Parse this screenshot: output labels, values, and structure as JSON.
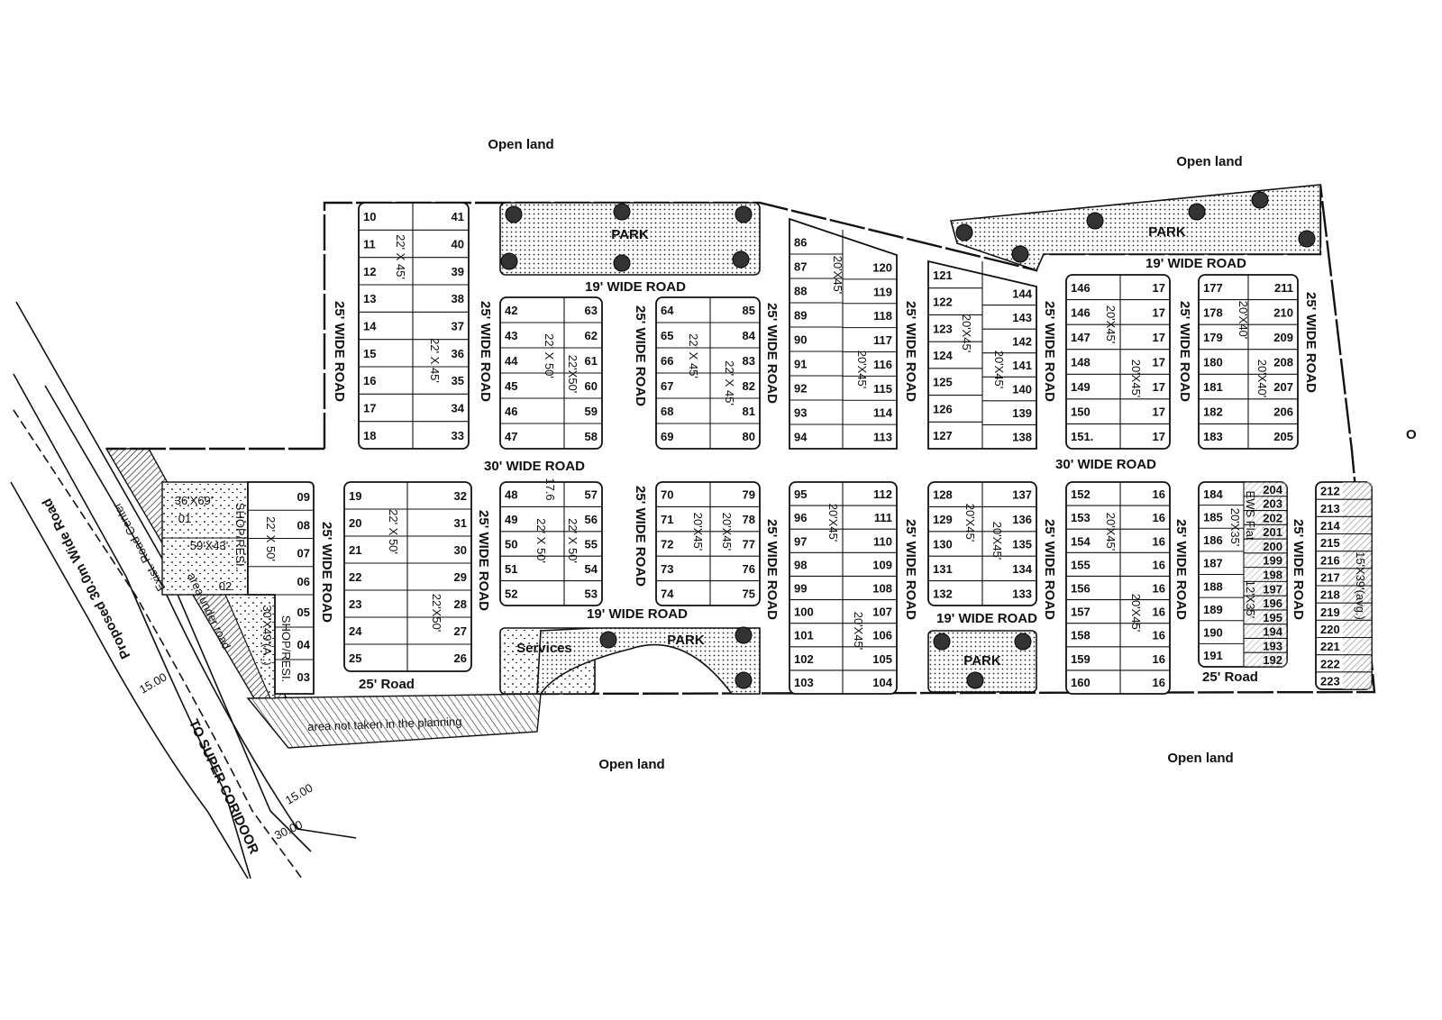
{
  "labels": {
    "open_land": [
      "Open land",
      "Open land",
      "Open land",
      "Open land"
    ],
    "open_land_cut": "O",
    "park": [
      "PARK",
      "PARK",
      "PARK",
      "PARK"
    ],
    "services": "Services",
    "road_19": [
      "19' WIDE ROAD",
      "19' WIDE ROAD",
      "19' WIDE ROAD",
      "19' WIDE ROAD"
    ],
    "road_30": [
      "30' WIDE ROAD",
      "30' WIDE ROAD"
    ],
    "road_25_vertical": [
      "25' WIDE ROAD",
      "25' WIDE ROAD",
      "25' WIDE ROAD",
      "25' WIDE ROAD",
      "25' WIDE ROAD",
      "25' WIDE ROAD",
      "25' WIDE ROAD",
      "25' WIDE ROAD",
      "25' WIDE ROAD",
      "25' WIDE ROAD",
      "25' WIDE ROAD",
      "25' WIDE ROAD",
      "25' WIDE ROAD",
      "25' WIDE ROAD",
      "25' WIDE ROAD",
      "25' WIDE ROAD"
    ],
    "road_25_short": [
      "25' Road",
      "25' Road"
    ],
    "area_under_road": "area under road",
    "area_not_taken": "area not taken in the planning",
    "proposed_road": "Proposed 30.0m Wide Road",
    "existing_center": "Exist. Road Center",
    "to_super_corridor": "TO SUPER CORIDOOR",
    "dim_15_a": "15.00",
    "dim_15_b": "15.00",
    "dim_30": "30.00",
    "handwritten_176": "17.6"
  },
  "shops": {
    "s01_size": "36'X69'",
    "s01_no": "01",
    "s02_size": "59'X43'",
    "s02_no": "02",
    "shop_resi_1": "SHOP/RESI.",
    "shop_resi_2": "SHOP/RESI.",
    "s_lower_size": "30'X49'(A..)",
    "plots_upper": [
      "09",
      "08",
      "07",
      "06"
    ],
    "plots_lower": [
      "05",
      "04",
      "03"
    ],
    "size": "22' X 50'"
  },
  "blocks": {
    "b1": {
      "left": [
        "10",
        "11",
        "12",
        "13",
        "14",
        "15",
        "16",
        "17",
        "18"
      ],
      "right": [
        "41",
        "40",
        "39",
        "38",
        "37",
        "36",
        "35",
        "34",
        "33"
      ],
      "sizes": [
        "22' X 45'",
        "22' X 45'"
      ]
    },
    "b2": {
      "left": [
        "42",
        "43",
        "44",
        "45",
        "46",
        "47"
      ],
      "right": [
        "63",
        "62",
        "61",
        "60",
        "59",
        "58"
      ],
      "sizes": [
        "22' X 50'",
        "22'X50'"
      ]
    },
    "b3": {
      "left": [
        "64",
        "65",
        "66",
        "67",
        "68",
        "69"
      ],
      "right": [
        "85",
        "84",
        "83",
        "82",
        "81",
        "80"
      ],
      "sizes": [
        "22' X 45'",
        "22' X 45'"
      ]
    },
    "b4": {
      "left": [
        "86",
        "87",
        "88",
        "89",
        "90",
        "91",
        "92",
        "93",
        "94"
      ],
      "right": [
        "120",
        "119",
        "118",
        "117",
        "116",
        "115",
        "114",
        "113"
      ],
      "sizes": [
        "20'X45'",
        "20'X45'"
      ]
    },
    "b5": {
      "left": [
        "121",
        "122",
        "123",
        "124",
        "125",
        "126",
        "127"
      ],
      "right": [
        "144",
        "143",
        "142",
        "141",
        "140",
        "139",
        "138"
      ],
      "sizes": [
        "20'X45'",
        "20'X45'"
      ]
    },
    "b6": {
      "left": [
        "146",
        "146",
        "147",
        "148",
        "149",
        "150",
        "151."
      ],
      "right": [
        "17",
        "17",
        "17",
        "17",
        "17",
        "17",
        "17"
      ],
      "sizes": [
        "20'X45'",
        "20'X45'"
      ]
    },
    "b7": {
      "left": [
        "177",
        "178",
        "179",
        "180",
        "181",
        "182",
        "183"
      ],
      "right": [
        "211",
        "210",
        "209",
        "208",
        "207",
        "206",
        "205"
      ],
      "sizes": [
        "20'X40'",
        "20'X40'"
      ]
    },
    "b9": {
      "left": [
        "19",
        "20",
        "21",
        "22",
        "23",
        "24",
        "25"
      ],
      "right": [
        "32",
        "31",
        "30",
        "29",
        "28",
        "27",
        "26"
      ],
      "sizes": [
        "22' X 50'",
        "22'X50'"
      ]
    },
    "b10": {
      "left": [
        "48",
        "49",
        "50",
        "51",
        "52"
      ],
      "right": [
        "57",
        "56",
        "55",
        "54",
        "53"
      ],
      "sizes": [
        "22' X 50'",
        "22' X 50'"
      ]
    },
    "b11": {
      "left": [
        "70",
        "71",
        "72",
        "73",
        "74"
      ],
      "right": [
        "79",
        "78",
        "77",
        "76",
        "75"
      ],
      "sizes": [
        "20'X45'",
        "20'X45'"
      ]
    },
    "b12": {
      "left": [
        "95",
        "96",
        "97",
        "98",
        "99",
        "100",
        "101",
        "102",
        "103"
      ],
      "right": [
        "112",
        "111",
        "110",
        "109",
        "108",
        "107",
        "106",
        "105",
        "104"
      ],
      "sizes": [
        "20'X45'",
        "20'X45'"
      ]
    },
    "b13": {
      "left": [
        "128",
        "129",
        "130",
        "131",
        "132"
      ],
      "right": [
        "137",
        "136",
        "135",
        "134",
        "133"
      ],
      "sizes": [
        "20'X45'",
        "20'X45'"
      ]
    },
    "b14": {
      "left": [
        "152",
        "153",
        "154",
        "155",
        "156",
        "157",
        "158",
        "159",
        "160"
      ],
      "right": [
        "16",
        "16",
        "16",
        "16",
        "16",
        "16",
        "16",
        "16",
        "16"
      ],
      "sizes": [
        "20'X45'",
        "20'X45'"
      ]
    },
    "b15": {
      "left": [
        "184",
        "185",
        "186",
        "187",
        "188",
        "189",
        "190",
        "191"
      ],
      "right": [
        "204",
        "203",
        "202",
        "201",
        "200",
        "199",
        "198",
        "197",
        "196",
        "195",
        "194",
        "193",
        "192"
      ],
      "sizes": [
        "20'X35'",
        "12'X35'"
      ],
      "extra": "EWS Flat"
    },
    "b16": {
      "left": [
        "212",
        "213",
        "214",
        "215",
        "216",
        "217",
        "218",
        "219",
        "220",
        "221",
        "222",
        "223"
      ],
      "right": [],
      "sizes": [
        "15'X39'(avg.)"
      ]
    }
  }
}
